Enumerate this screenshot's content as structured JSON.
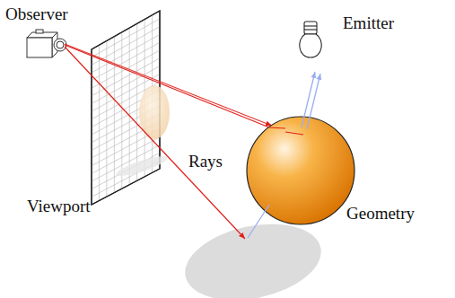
{
  "diagram": {
    "labels": [
      "Observer",
      "Emitter",
      "Rays",
      "Viewport",
      "Geometry"
    ]
  }
}
